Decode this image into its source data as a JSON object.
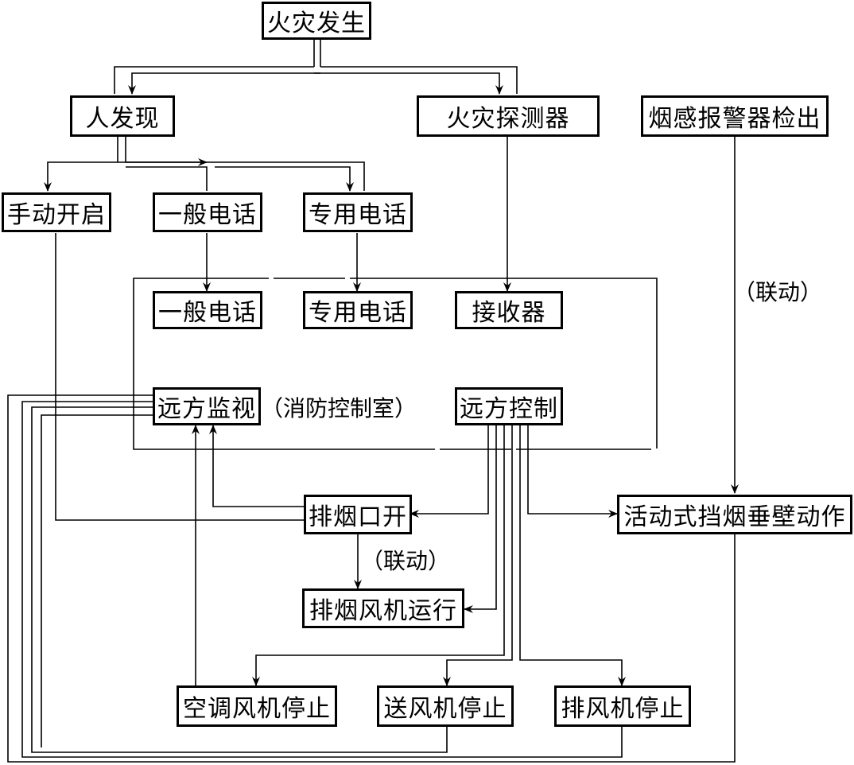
{
  "nodes": {
    "fire_occurs": "火灾发生",
    "human_discovery": "人发现",
    "fire_detector": "火灾探测器",
    "smoke_alarm_detect": "烟感报警器检出",
    "manual_open": "手动开启",
    "general_phone": "一般电话",
    "dedicated_phone": "专用电话",
    "room_general_phone": "一般电话",
    "room_dedicated_phone": "专用电话",
    "receiver": "接收器",
    "remote_monitor": "远方监视",
    "remote_control": "远方控制",
    "smoke_vent_open": "排烟口开",
    "movable_smoke_barrier": "活动式挡烟垂壁动作",
    "smoke_fan_run": "排烟风机运行",
    "ac_fan_stop": "空调风机停止",
    "supply_fan_stop": "送风机停止",
    "exhaust_fan_stop": "排风机停止"
  },
  "labels": {
    "control_room": "（消防控制室）",
    "linkage_right": "（联动）",
    "linkage_mid": "（联动）"
  }
}
